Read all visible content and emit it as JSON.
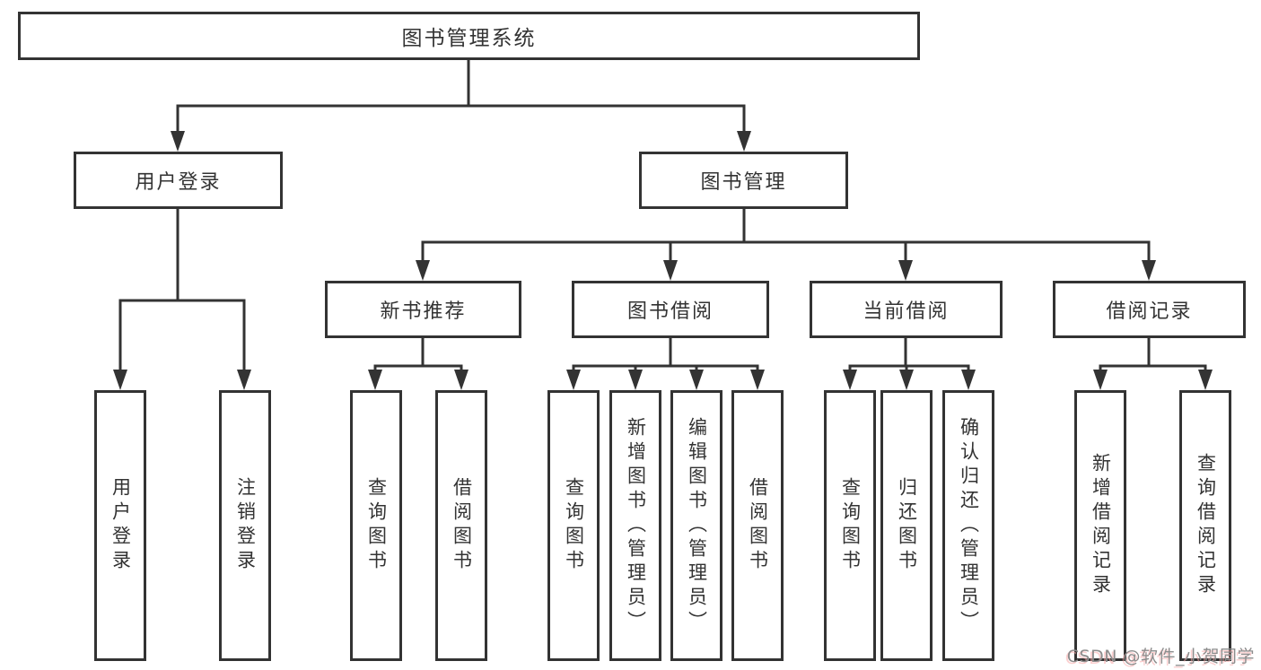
{
  "diagram": {
    "root": {
      "label": "图书管理系统"
    },
    "level1": [
      {
        "label": "用户登录"
      },
      {
        "label": "图书管理"
      }
    ],
    "level2": [
      {
        "label": "新书推荐",
        "parent": "图书管理"
      },
      {
        "label": "图书借阅",
        "parent": "图书管理"
      },
      {
        "label": "当前借阅",
        "parent": "图书管理"
      },
      {
        "label": "借阅记录",
        "parent": "图书管理"
      }
    ],
    "leaves": [
      {
        "label": "用户登录",
        "parent": "用户登录"
      },
      {
        "label": "注销登录",
        "parent": "用户登录"
      },
      {
        "label": "查询图书",
        "parent": "新书推荐"
      },
      {
        "label": "借阅图书",
        "parent": "新书推荐"
      },
      {
        "label": "查询图书",
        "parent": "图书借阅"
      },
      {
        "label": "新增图书（管理员）",
        "parent": "图书借阅"
      },
      {
        "label": "编辑图书（管理员）",
        "parent": "图书借阅"
      },
      {
        "label": "借阅图书",
        "parent": "图书借阅"
      },
      {
        "label": "查询图书",
        "parent": "当前借阅"
      },
      {
        "label": "归还图书",
        "parent": "当前借阅"
      },
      {
        "label": "确认归还（管理员）",
        "parent": "当前借阅"
      },
      {
        "label": "新增借阅记录",
        "parent": "借阅记录"
      },
      {
        "label": "查询借阅记录",
        "parent": "借阅记录"
      }
    ],
    "watermark": "CSDN @软件_小贺同学",
    "colors": {
      "line": "#333333",
      "text": "#333333",
      "background": "#ffffff",
      "watermark_text": "#8c8c8c",
      "watermark_shadow": "#faa8a8"
    }
  }
}
